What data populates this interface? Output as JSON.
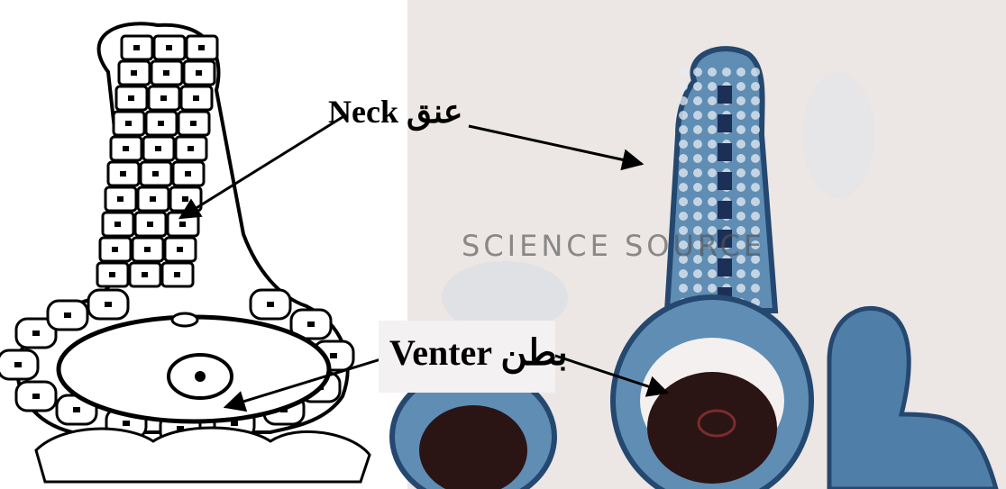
{
  "labels": {
    "neck": "Neck عنق",
    "venter": "Venter بطن"
  },
  "watermark": "SCIENCE SOURCE",
  "colors": {
    "background": "#ffffff",
    "photo_background": "#ece6e4",
    "cell_stain": "#4f7fa8",
    "cell_stain_dark": "#244a78",
    "egg_dark": "#281418",
    "line": "#000000"
  }
}
